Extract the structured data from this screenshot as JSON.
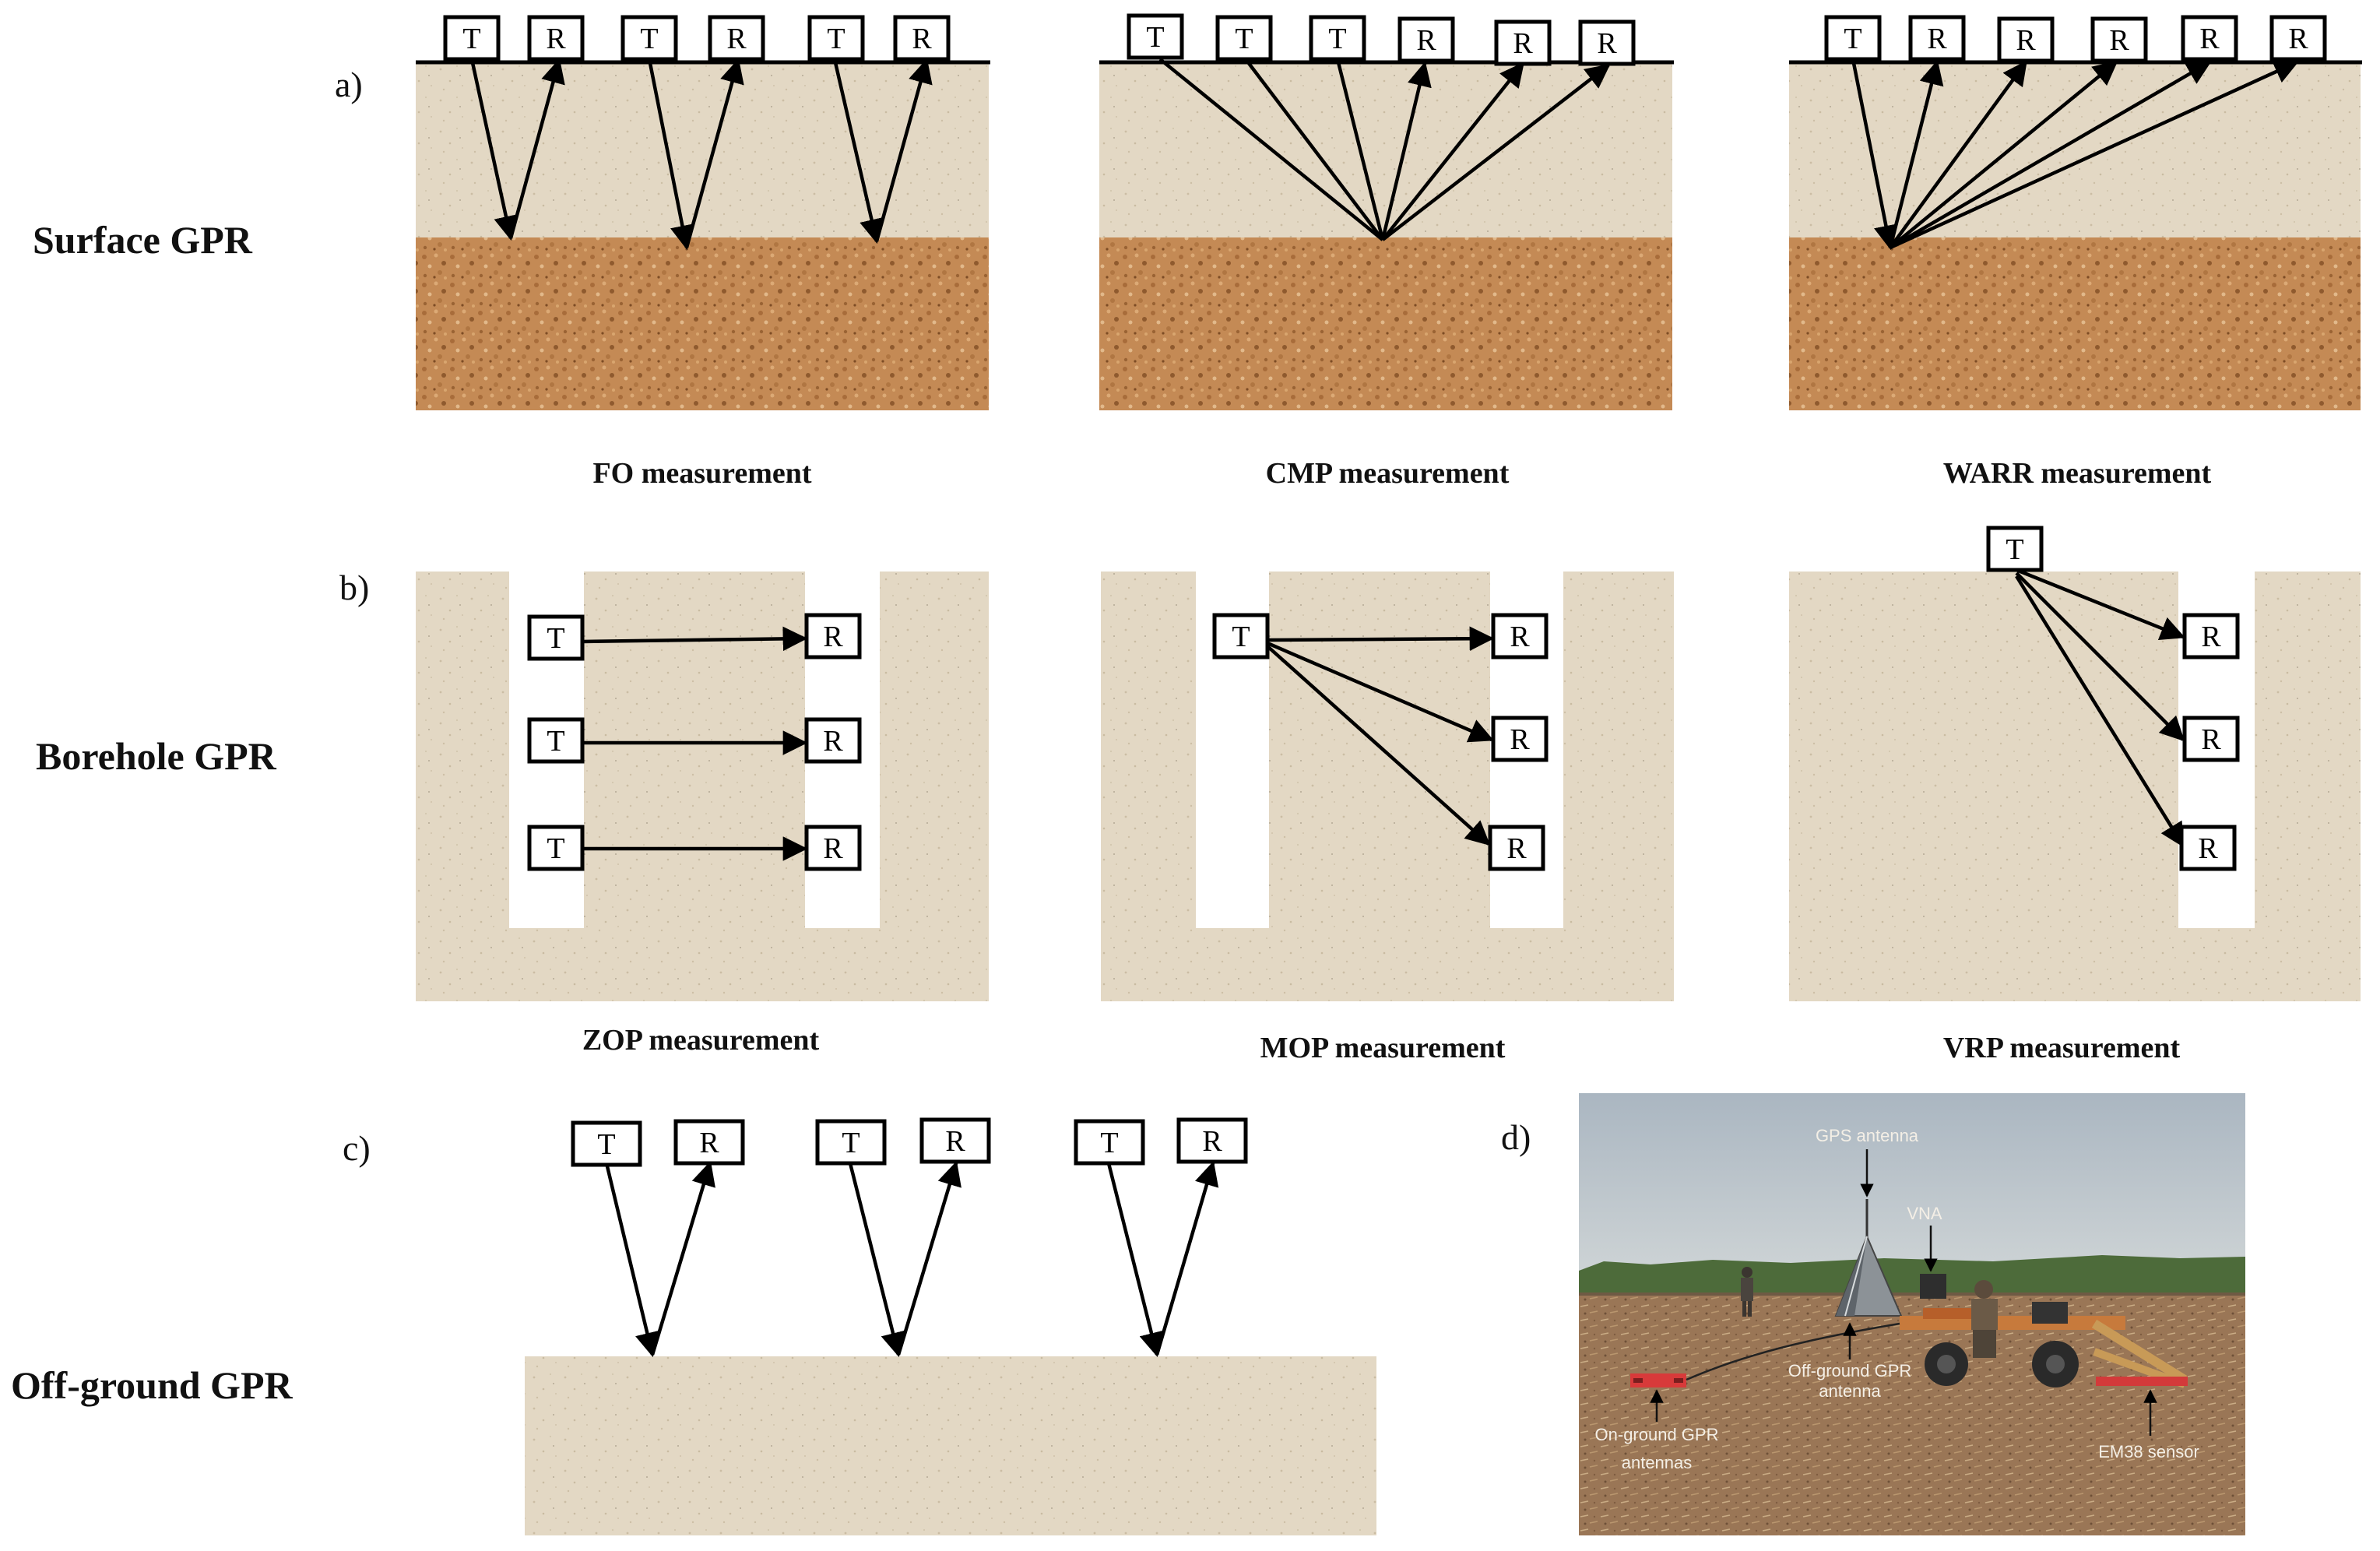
{
  "rows": {
    "surface": {
      "letter": "a)",
      "label": "Surface GPR"
    },
    "borehole": {
      "letter": "b)",
      "label": "Borehole GPR"
    },
    "offground": {
      "letter": "c)",
      "label": "Off-ground GPR"
    },
    "photo": {
      "letter": "d)"
    }
  },
  "captions": {
    "fo": "FO measurement",
    "cmp": "CMP measurement",
    "warr": "WARR measurement",
    "zop": "ZOP measurement",
    "mop": "MOP measurement",
    "vrp": "VRP measurement"
  },
  "antenna_labels": {
    "transmitter": "T",
    "receiver": "R"
  },
  "photo": {
    "labels": {
      "gps": "GPS antenna",
      "vna": "VNA",
      "offground_antenna": [
        "Off-ground GPR",
        "antenna"
      ],
      "onground_antennas": [
        "On-ground GPR",
        "antennas"
      ],
      "em38": "EM38 sensor"
    }
  },
  "colors": {
    "upper_layer": "#e3d8c4",
    "lower_layer": "#c48a55",
    "photo_sky": "#b9c3cc",
    "photo_field": "#9c7a5a",
    "grass": "#4d6b3a"
  }
}
